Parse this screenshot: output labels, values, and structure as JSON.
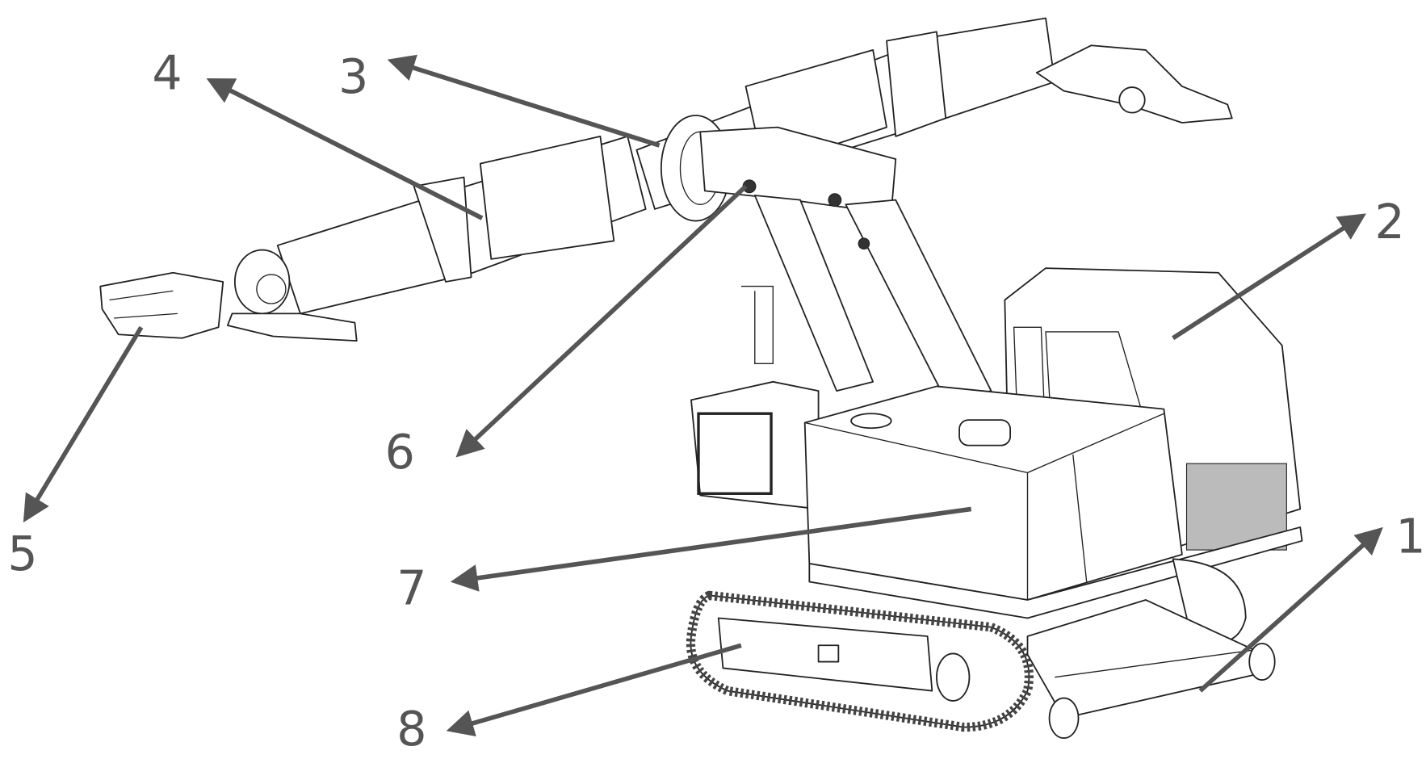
{
  "figure": {
    "callouts": [
      {
        "number": "1",
        "part": "front-wheel-frame"
      },
      {
        "number": "2",
        "part": "cab"
      },
      {
        "number": "3",
        "part": "right-arm"
      },
      {
        "number": "4",
        "part": "left-arm"
      },
      {
        "number": "5",
        "part": "end-effector"
      },
      {
        "number": "6",
        "part": "rotary-joint"
      },
      {
        "number": "7",
        "part": "body-box"
      },
      {
        "number": "8",
        "part": "crawler-track"
      }
    ],
    "colors": {
      "line": "#222222",
      "callout": "#555555",
      "background": "#ffffff"
    }
  }
}
